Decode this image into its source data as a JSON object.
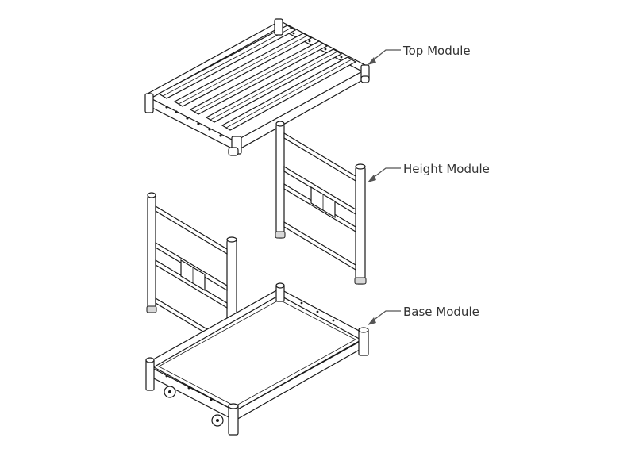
{
  "callouts": {
    "top": {
      "label": "Top Module"
    },
    "height": {
      "label": "Height Module"
    },
    "base": {
      "label": "Base Module"
    }
  },
  "colors": {
    "line": "#1a1a1a",
    "leader": "#555555",
    "label": "#333333",
    "background": "#ffffff"
  }
}
